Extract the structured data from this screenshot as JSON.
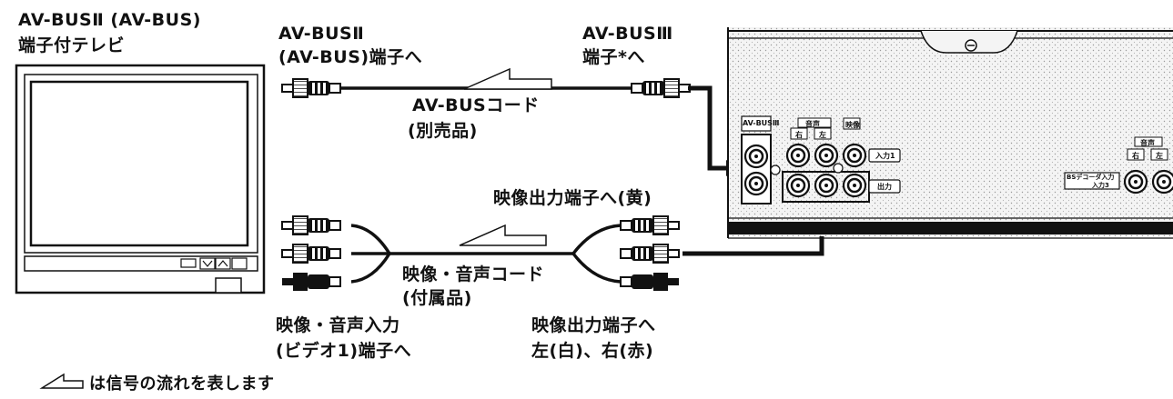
{
  "tv_label": {
    "line1": "AV-BUSⅡ (AV-BUS)",
    "line2": "端子付テレビ"
  },
  "avbus_cable": {
    "left_label": {
      "line1": "AV-BUSⅡ",
      "line2": "(AV-BUS)端子へ"
    },
    "right_label": {
      "line1": "AV-BUSⅢ",
      "line2": "端子*へ"
    },
    "cord_label": {
      "line1": "AV-BUSコード",
      "line2": "(別売品)"
    }
  },
  "av_cable": {
    "video_out_label": "映像出力端子へ(黄)",
    "cord_label": {
      "line1": "映像・音声コード",
      "line2": "(付属品)"
    },
    "left_label": {
      "line1": "映像・音声入力",
      "line2": "(ビデオ1)端子へ"
    },
    "right_label": {
      "line1": "映像出力端子へ",
      "line2": "左(白)、右(赤)"
    }
  },
  "legend": {
    "text": "は信号の流れを表します"
  },
  "panel": {
    "avbus3": "AV-BUSⅢ",
    "audio": "音声",
    "right": "右",
    "left": "左",
    "video": "映像",
    "input1": "入力1",
    "output": "出力",
    "bs_decoder": "BSデコーダ入力",
    "input3": "入力3",
    "audio2": "音声",
    "right2": "右",
    "left2": "左"
  }
}
